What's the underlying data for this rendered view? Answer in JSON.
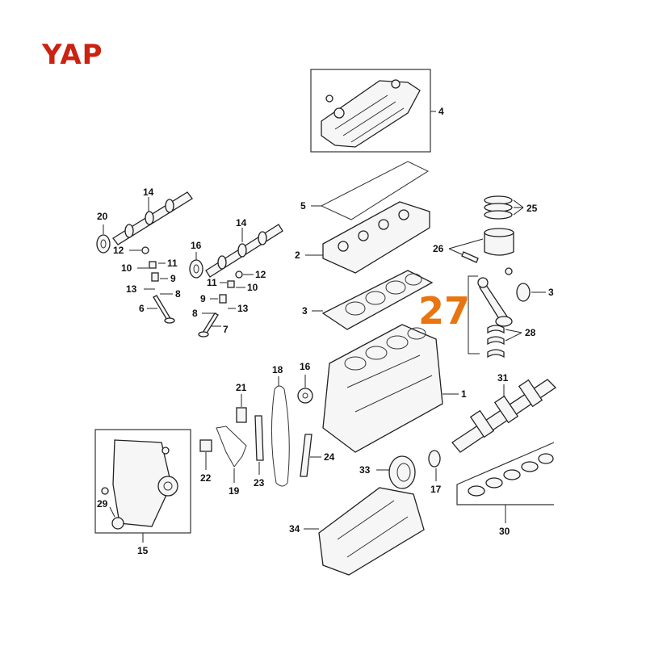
{
  "brand": {
    "logo_text": "YAP",
    "colors": {
      "accent": "#cc2211",
      "dark": "#222222",
      "callout": "#e8750f"
    }
  },
  "highlight": {
    "number": "27"
  },
  "labels": {
    "p1": "1",
    "p2": "2",
    "p3a": "3",
    "p3b": "3",
    "p4": "4",
    "p5": "5",
    "p6": "6",
    "p7": "7",
    "p8a": "8",
    "p8b": "8",
    "p9a": "9",
    "p9b": "9",
    "p10a": "10",
    "p10b": "10",
    "p11a": "11",
    "p11b": "11",
    "p12a": "12",
    "p12b": "12",
    "p13a": "13",
    "p13b": "13",
    "p14a": "14",
    "p14b": "14",
    "p15": "15",
    "p16a": "16",
    "p16b": "16",
    "p17": "17",
    "p18": "18",
    "p19": "19",
    "p20": "20",
    "p21": "21",
    "p22": "22",
    "p23": "23",
    "p24": "24",
    "p25": "25",
    "p26": "26",
    "p28": "28",
    "p29": "29",
    "p30": "30",
    "p31": "31",
    "p33": "33",
    "p34": "34"
  }
}
